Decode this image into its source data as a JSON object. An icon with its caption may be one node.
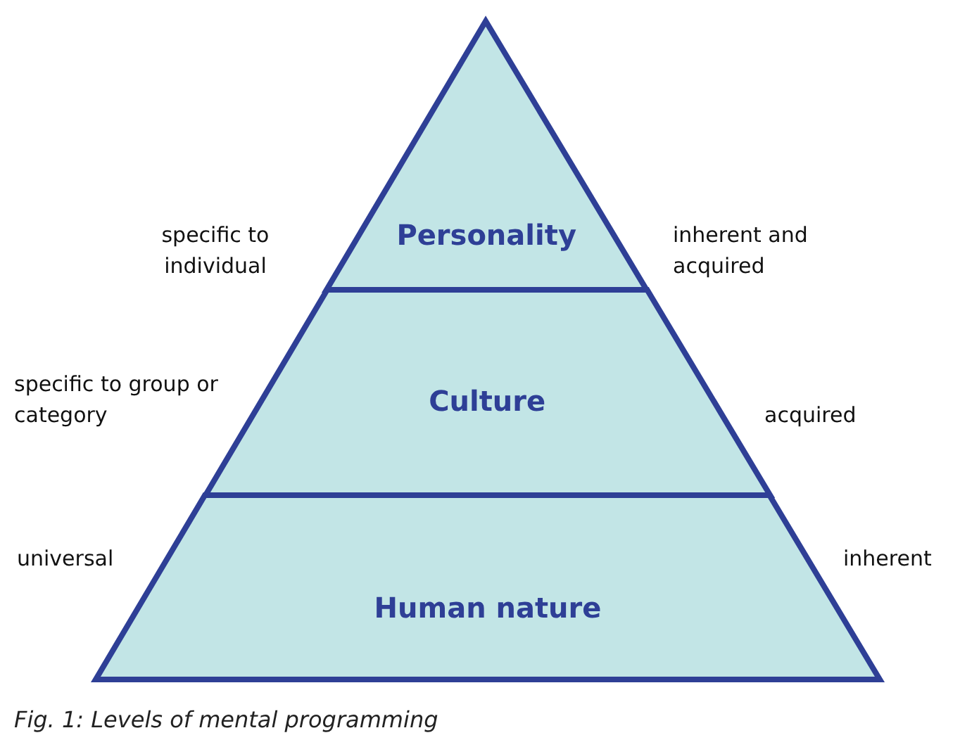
{
  "diagram": {
    "caption": "Fig. 1: Levels of mental programming",
    "nodes": [
      {
        "text": [
          "Personality"
        ]
      },
      {
        "text": [
          "Culture"
        ]
      },
      {
        "text": [
          "Human nature"
        ]
      }
    ],
    "labels": [
      "specific to individual",
      "inherent and acquired",
      "specific to group or category",
      "acquired",
      "universal",
      "inherent"
    ]
  }
}
